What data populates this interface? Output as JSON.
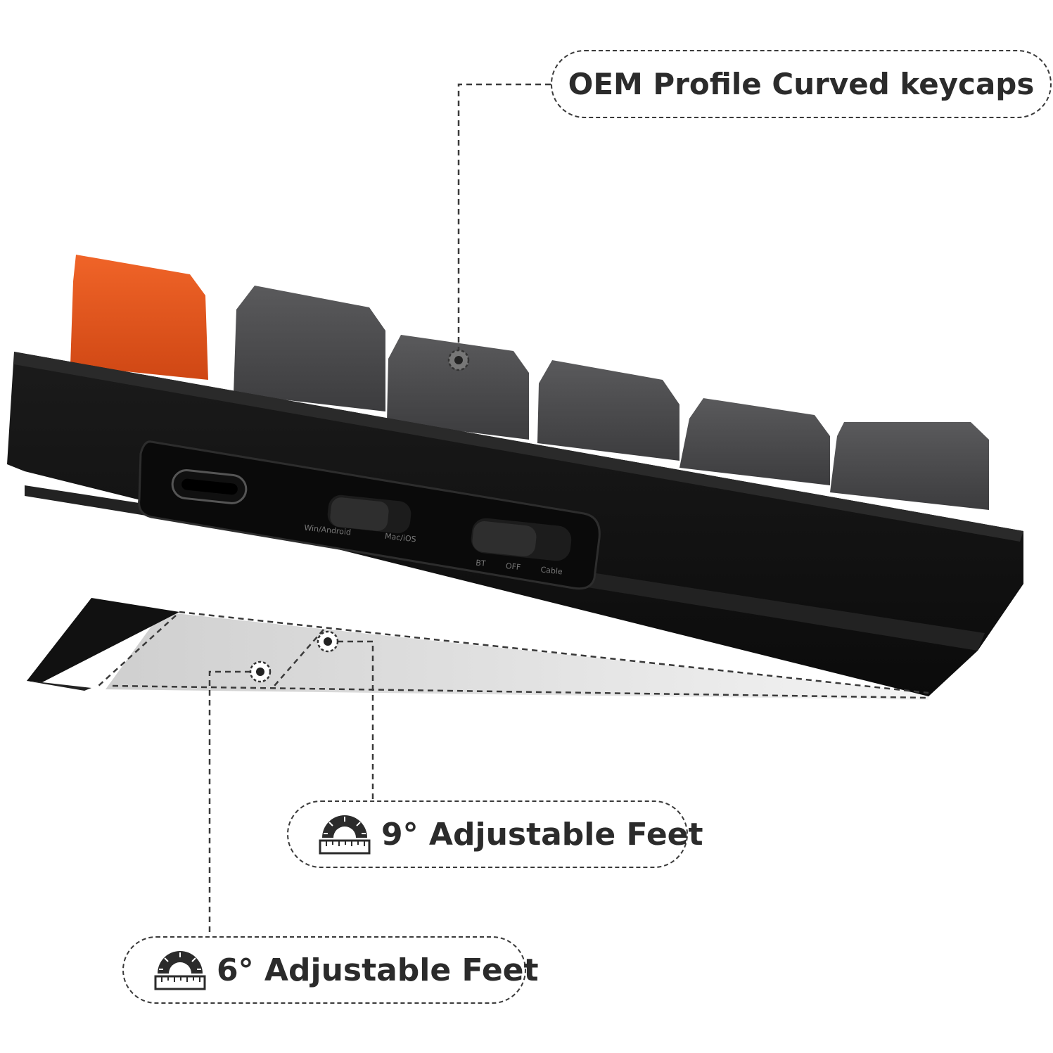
{
  "callouts": {
    "keycaps": {
      "label": "OEM Profile Curved keycaps"
    },
    "feet_9": {
      "label": "9° Adjustable Feet",
      "icon": "protractor-ruler-icon"
    },
    "feet_6": {
      "label": "6° Adjustable Feet",
      "icon": "protractor-ruler-icon"
    }
  },
  "keyboard": {
    "switch_os": {
      "left": "Win/Android",
      "right": "Mac/iOS"
    },
    "switch_mode": {
      "left": "BT",
      "middle": "OFF",
      "right": "Cable"
    }
  },
  "colors": {
    "body": "#121212",
    "keycap_gray": "#4a4a4c",
    "keycap_orange": "#e3531f",
    "dashed_line": "#3a3a3a"
  }
}
